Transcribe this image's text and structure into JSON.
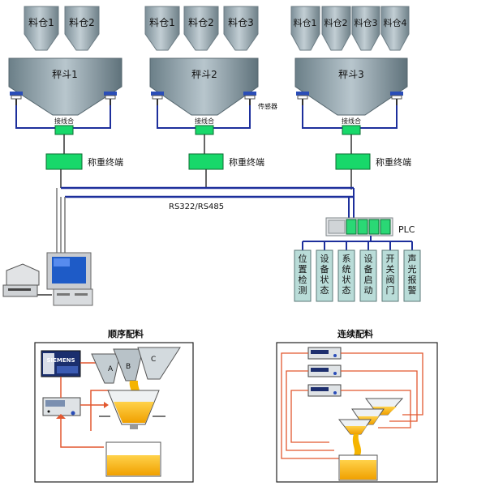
{
  "systems": [
    {
      "silos": [
        "料仓1",
        "料仓2"
      ],
      "hopper": "秤斗1",
      "junction_box": "接线合",
      "terminal": "称重终端"
    },
    {
      "silos": [
        "料仓1",
        "料仓2",
        "料仓3"
      ],
      "hopper": "秤斗2",
      "junction_box": "接线合",
      "terminal": "称重终端",
      "sensor_label": "传感器"
    },
    {
      "silos": [
        "料仓1",
        "料仓2",
        "料仓3",
        "料仓4"
      ],
      "hopper": "秤斗3",
      "junction_box": "接线合",
      "terminal": "称重终端"
    }
  ],
  "bus_label": "RS322/RS485",
  "plc": {
    "label": "PLC",
    "outputs": [
      "位置检测",
      "设备状态",
      "系统状态",
      "设备启动",
      "开关阀门",
      "声光报警"
    ]
  },
  "panels": {
    "sequential": {
      "title": "顺序配料",
      "plc_brand": "SIEMENS",
      "hoppers": [
        "A",
        "B",
        "C"
      ]
    },
    "continuous": {
      "title": "连续配料"
    }
  },
  "colors": {
    "silo": "#9aa9b1",
    "hopper": "#7f939c",
    "device_green": "#18d86a",
    "bus_blue": "#1d2f9c",
    "output_box": "#b9dcd8",
    "material": "#f5b400",
    "feedback_line": "#e2572f"
  }
}
